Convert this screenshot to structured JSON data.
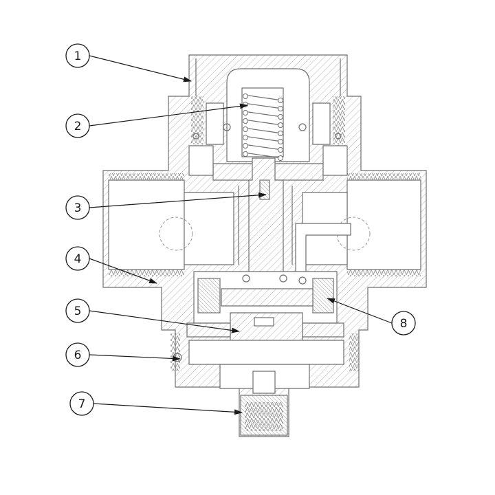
{
  "callouts": [
    {
      "id": "1",
      "label": "1"
    },
    {
      "id": "2",
      "label": "2"
    },
    {
      "id": "3",
      "label": "3"
    },
    {
      "id": "4",
      "label": "4"
    },
    {
      "id": "5",
      "label": "5"
    },
    {
      "id": "6",
      "label": "6"
    },
    {
      "id": "7",
      "label": "7"
    },
    {
      "id": "8",
      "label": "8"
    }
  ],
  "colors": {
    "line": "#6e6e6e",
    "leader": "#1a1a1a",
    "background": "#ffffff"
  }
}
